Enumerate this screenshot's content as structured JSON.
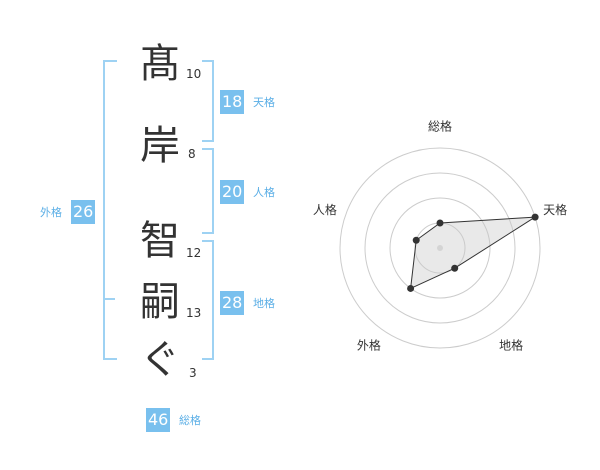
{
  "name": {
    "chars": [
      {
        "char": "髙",
        "strokes": "10"
      },
      {
        "char": "岸",
        "strokes": "8"
      },
      {
        "char": "智",
        "strokes": "12"
      },
      {
        "char": "嗣",
        "strokes": "13"
      },
      {
        "char": "ぐ",
        "strokes": "3"
      }
    ]
  },
  "fortunes": {
    "tenkaku": {
      "value": "18",
      "label": "天格"
    },
    "jinkaku": {
      "value": "20",
      "label": "人格"
    },
    "chikaku": {
      "value": "28",
      "label": "地格"
    },
    "gaikaku": {
      "value": "26",
      "label": "外格"
    },
    "soukaku": {
      "value": "46",
      "label": "総格"
    }
  },
  "colors": {
    "accent": "#79c0ee",
    "bracket": "#9ed2f3",
    "text": "#333333"
  },
  "chart_data": {
    "type": "radar",
    "axes": [
      "総格",
      "天格",
      "地格",
      "外格",
      "人格"
    ],
    "values": [
      1,
      4,
      1,
      2,
      1
    ],
    "rmax": 4,
    "rings": 4
  }
}
